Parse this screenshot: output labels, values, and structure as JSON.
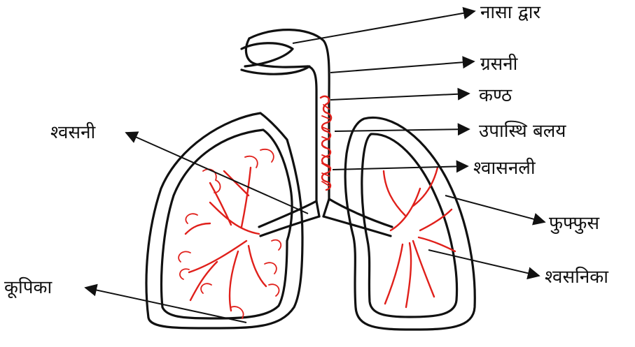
{
  "labels": {
    "nasal_opening": "नासा द्वार",
    "pharynx": "ग्रसनी",
    "larynx": "कण्ठ",
    "cartilage_rings": "उपास्थि बलय",
    "trachea": "श्वासनली",
    "lungs": "फुफ्फुस",
    "bronchioles": "श्वसनिका",
    "bronchus": "श्वसनी",
    "alveoli": "कूपिका"
  },
  "colors": {
    "outline": "#111111",
    "airway": "#e0201b",
    "background": "#ffffff"
  }
}
